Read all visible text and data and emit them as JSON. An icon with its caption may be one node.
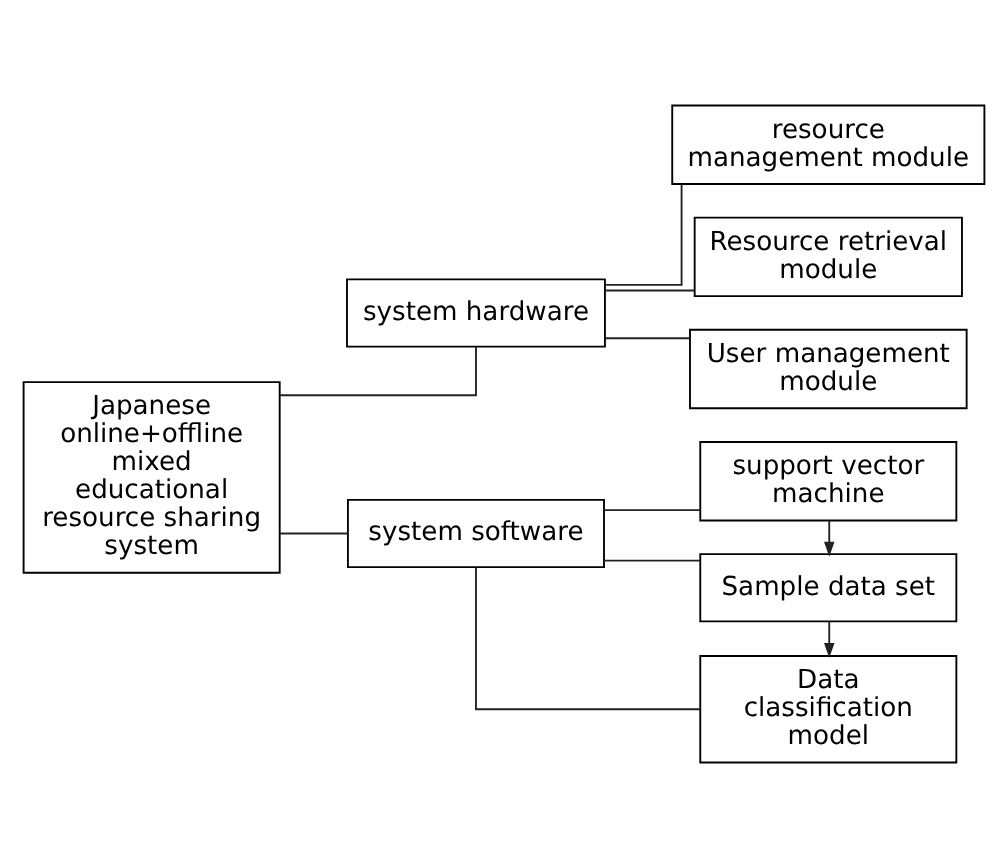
{
  "diagram": {
    "nodes": [
      {
        "text": [
          "Japanese online+offline mixed educational resource sharing system"
        ]
      },
      {
        "text": [
          "system hardware"
        ]
      },
      {
        "text": [
          "resource management module"
        ]
      },
      {
        "text": [
          "Resource retrieval module"
        ]
      },
      {
        "text": [
          "User management module"
        ]
      },
      {
        "text": [
          "system software"
        ]
      },
      {
        "text": [
          "support vector machine"
        ]
      },
      {
        "text": [
          "Sample data set"
        ]
      },
      {
        "text": [
          "Data classification model"
        ]
      }
    ],
    "edges": [
      {
        "from": 0,
        "to": 1,
        "arrow": "none"
      },
      {
        "from": 0,
        "to": 5,
        "arrow": "none"
      },
      {
        "from": 1,
        "to": 2,
        "arrow": "none"
      },
      {
        "from": 1,
        "to": 3,
        "arrow": "none"
      },
      {
        "from": 1,
        "to": 4,
        "arrow": "none"
      },
      {
        "from": 5,
        "to": 6,
        "arrow": "none"
      },
      {
        "from": 5,
        "to": 7,
        "arrow": "none"
      },
      {
        "from": 5,
        "to": 8,
        "arrow": "none"
      },
      {
        "from": 6,
        "to": 7,
        "arrow": "to"
      },
      {
        "from": 7,
        "to": 8,
        "arrow": "to"
      }
    ]
  }
}
